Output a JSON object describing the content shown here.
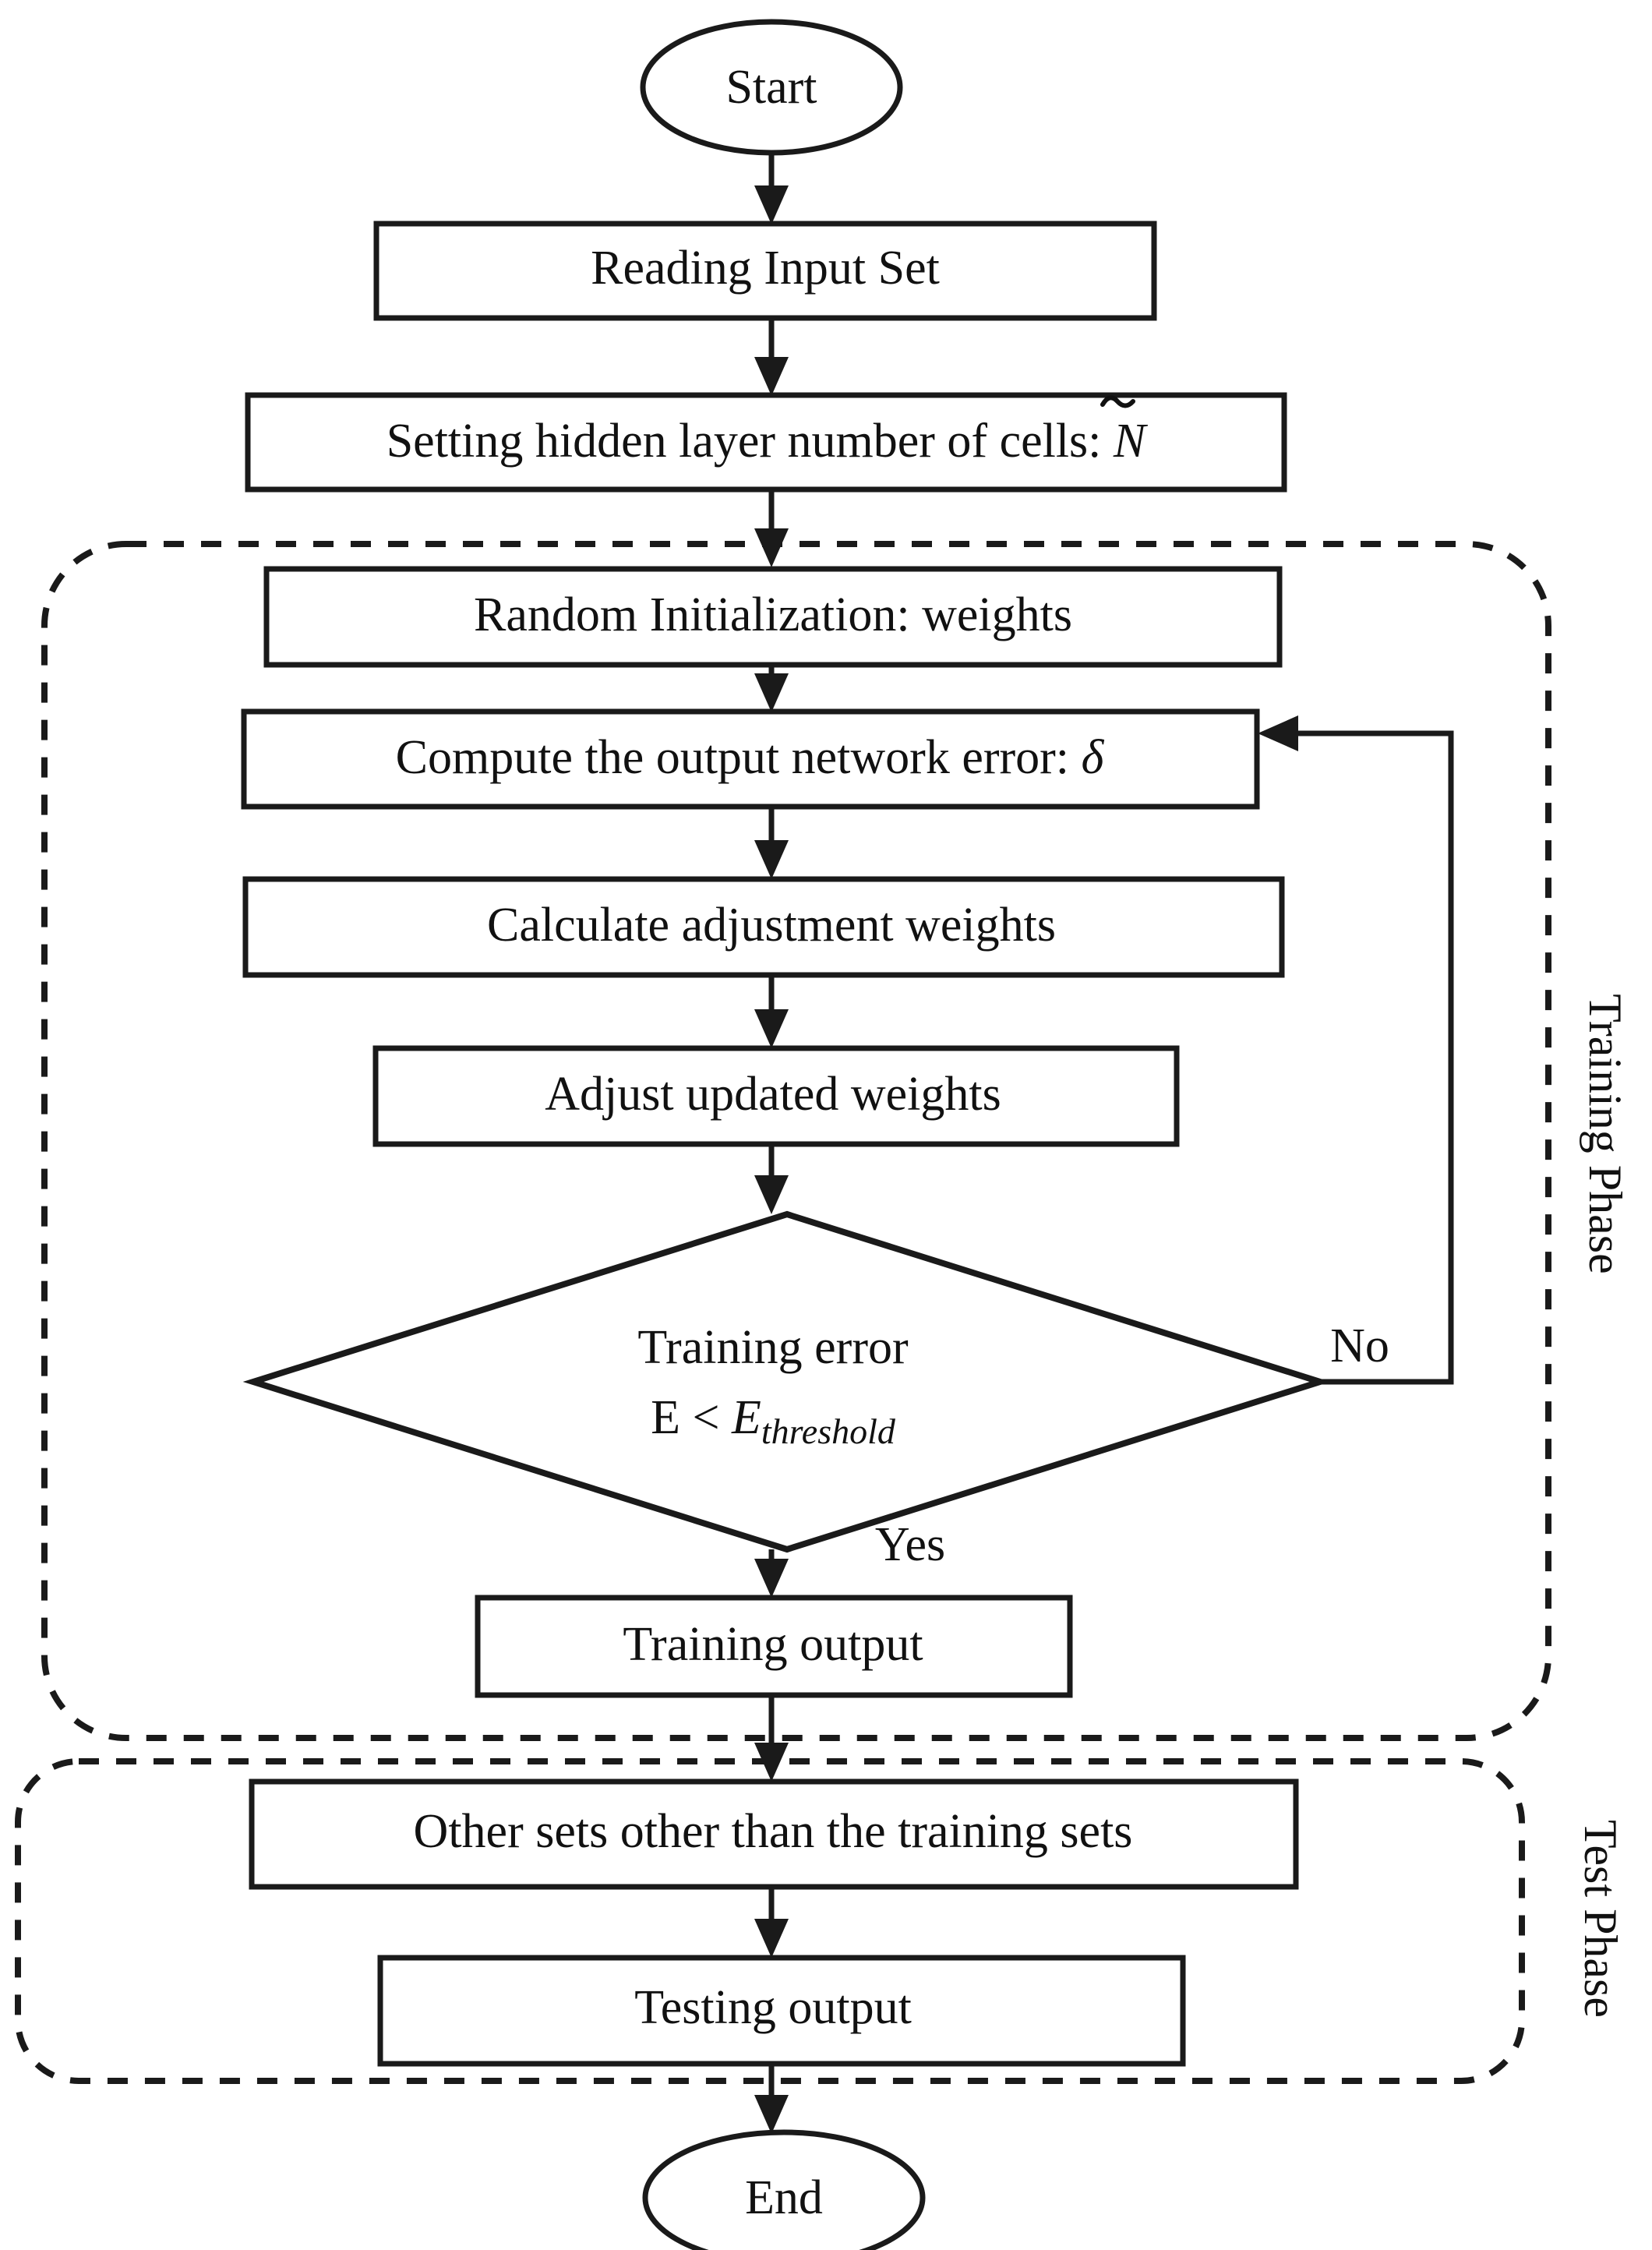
{
  "diagram": {
    "type": "flowchart",
    "title": "Neural network training and testing flowchart",
    "nodes": {
      "start": {
        "label": "Start",
        "shape": "ellipse"
      },
      "reading_input": {
        "label": "Reading Input Set",
        "shape": "process"
      },
      "setting_hidden": {
        "label_prefix": "Setting hidden layer number of cells: ",
        "label_symbol": "N",
        "label_symbol_accent": "tilde",
        "label_full": "Setting hidden layer number of cells: Ñ",
        "shape": "process"
      },
      "random_init": {
        "label": "Random Initialization: weights",
        "shape": "process"
      },
      "compute_error": {
        "label_prefix": "Compute the output network error: ",
        "label_symbol": "δ",
        "label_full": "Compute the output network error: δ",
        "shape": "process"
      },
      "calculate_adjustment": {
        "label": "Calculate adjustment weights",
        "shape": "process"
      },
      "adjust_updated": {
        "label": "Adjust updated weights",
        "shape": "process"
      },
      "decision": {
        "line1": "Training error",
        "line2_prefix": "E < ",
        "line2_symbol": "E",
        "line2_subscript": "threshold",
        "label_full": "Training error E < E_threshold",
        "shape": "decision"
      },
      "training_output": {
        "label": "Training output",
        "shape": "process"
      },
      "other_sets": {
        "label": "Other sets other than the training sets",
        "shape": "process"
      },
      "testing_output": {
        "label": "Testing output",
        "shape": "process"
      },
      "end": {
        "label": "End",
        "shape": "ellipse"
      }
    },
    "edge_labels": {
      "no": "No",
      "yes": "Yes"
    },
    "phases": {
      "training": {
        "label": "Training Phase",
        "style": "dashed-rounded"
      },
      "test": {
        "label": "Test Phase",
        "style": "dashed-rounded"
      }
    },
    "colors": {
      "stroke": "#1a1a1a",
      "fill": "#ffffff",
      "text": "#111111"
    }
  }
}
